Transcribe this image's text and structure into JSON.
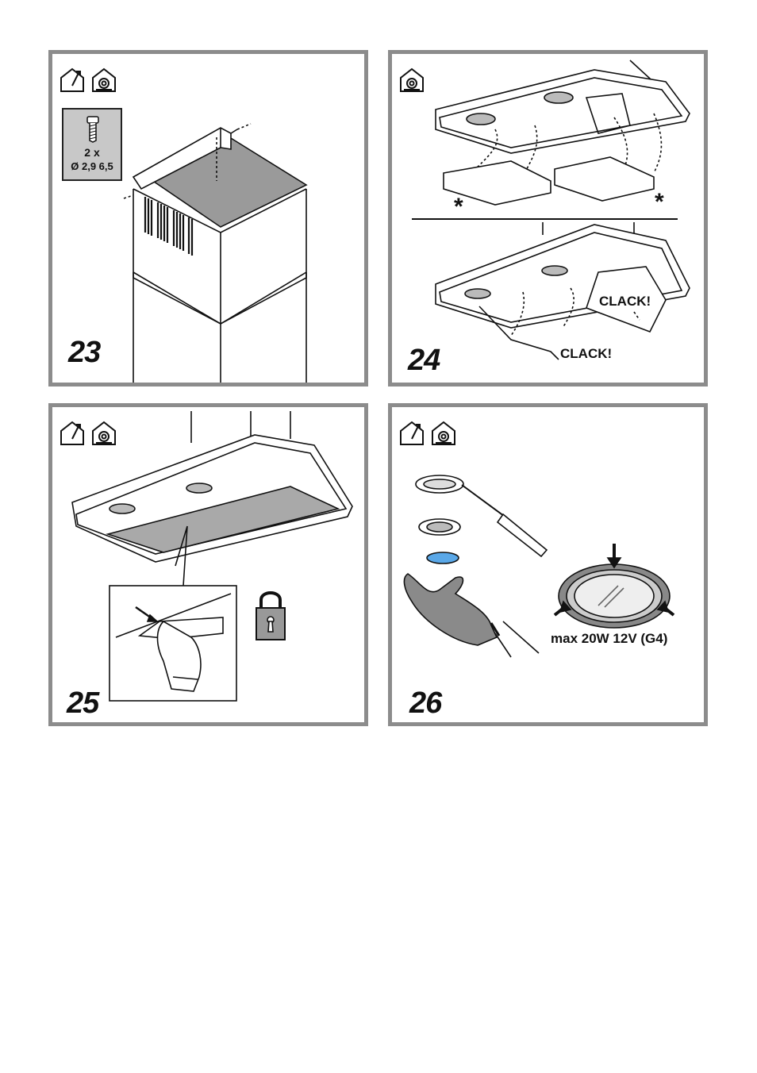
{
  "panels": [
    {
      "id": "23",
      "number": "23",
      "screw_qty": "2 x",
      "screw_size": "Ø 2,9 6,5",
      "icons": [
        "house-duct-icon",
        "house-recirc-icon"
      ]
    },
    {
      "id": "24",
      "number": "24",
      "marker": "*",
      "clack_1": "CLACK!",
      "clack_2": "CLACK!",
      "icons": [
        "house-recirc-icon"
      ]
    },
    {
      "id": "25",
      "number": "25",
      "icons": [
        "house-duct-icon",
        "house-recirc-icon",
        "padlock-icon"
      ]
    },
    {
      "id": "26",
      "number": "26",
      "lamp_spec": "max 20W 12V (G4)",
      "icons": [
        "house-duct-icon",
        "house-recirc-icon"
      ]
    }
  ],
  "colors": {
    "border": "#8c8c8c",
    "filter_gray": "#a9a9a9",
    "glove_gray": "#8a8a8a",
    "lens_blue": "#5aa8e8"
  }
}
